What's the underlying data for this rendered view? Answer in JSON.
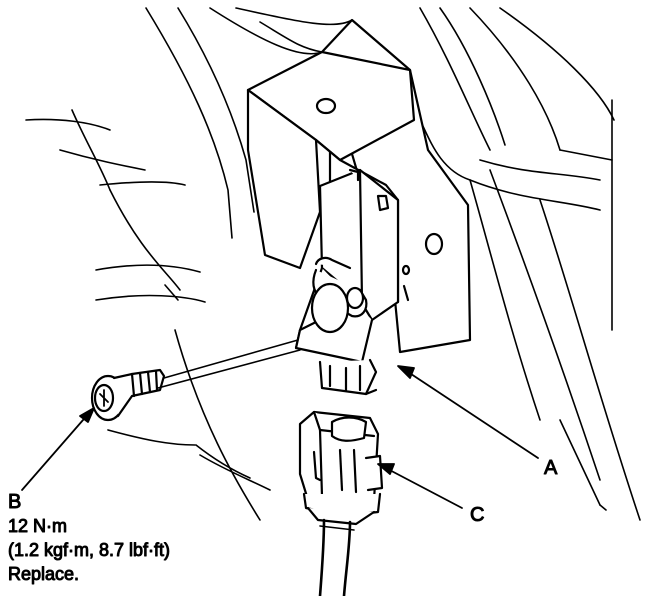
{
  "labels": {
    "a": "A",
    "b": "B",
    "c": "C"
  },
  "spec": {
    "torque": "12 N·m",
    "torque_alt": "(1.2 kgf·m, 8.7 lbf·ft)",
    "note": "Replace."
  },
  "colors": {
    "line": "#000000",
    "fill": "#ffffff"
  }
}
